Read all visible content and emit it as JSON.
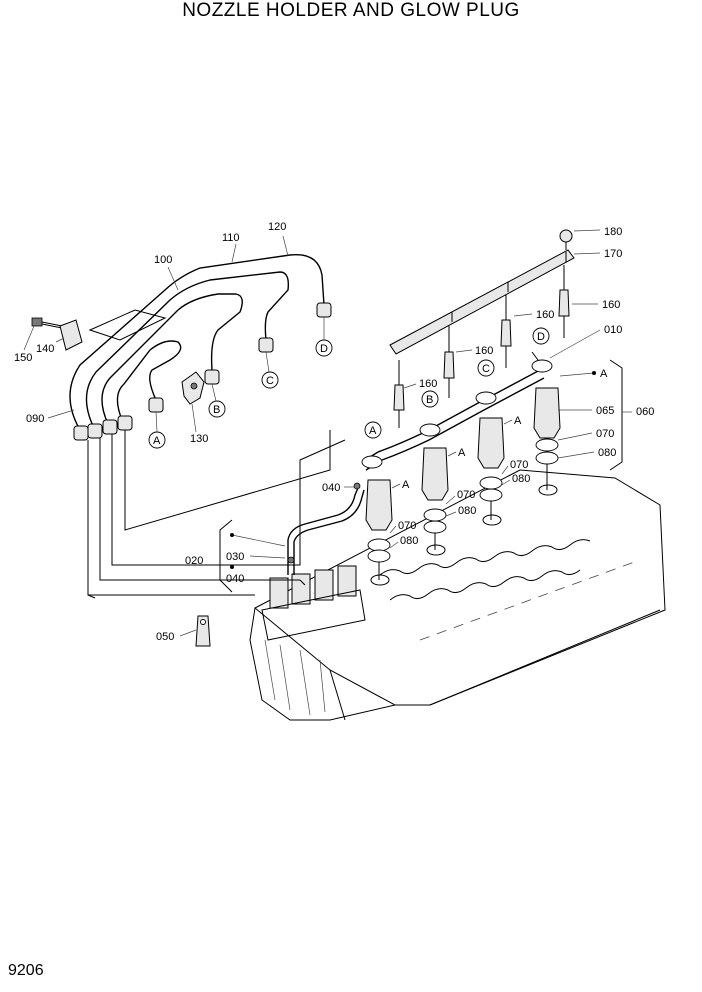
{
  "title": "NOZZLE HOLDER AND GLOW PLUG",
  "page_number": "9206",
  "callouts": {
    "c010": "010",
    "c020": "020",
    "c030": "030",
    "c040a": "040",
    "c040b": "040",
    "c050": "050",
    "c060": "060",
    "c065": "065",
    "c070a": "070",
    "c070b": "070",
    "c070c": "070",
    "c070d": "070",
    "c080a": "080",
    "c080b": "080",
    "c080c": "080",
    "c080d": "080",
    "c090": "090",
    "c100": "100",
    "c110": "110",
    "c120": "120",
    "c130": "130",
    "c140": "140",
    "c150": "150",
    "c160a": "160",
    "c160b": "160",
    "c160c": "160",
    "c160d": "160",
    "c170": "170",
    "c180": "180"
  },
  "letter_markers": {
    "a1": "A",
    "b1": "B",
    "c1": "C",
    "d1": "D",
    "a2": "A",
    "b2": "B",
    "c2": "C",
    "d2": "D",
    "ref_a1": "A",
    "ref_a2": "A",
    "ref_a3": "A",
    "ref_a4": "A"
  }
}
